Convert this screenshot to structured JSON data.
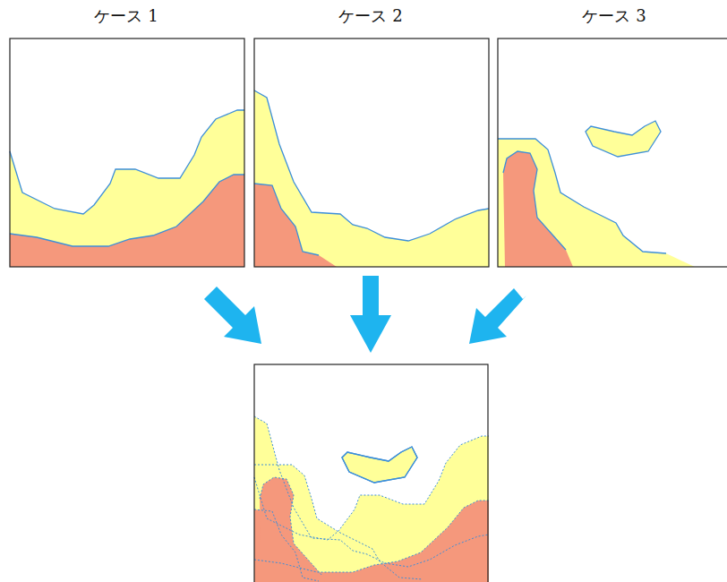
{
  "diagram": {
    "nodes": [
      {
        "text": [
          "ケース 1"
        ]
      },
      {
        "text": [
          "ケース 2"
        ]
      },
      {
        "text": [
          "ケース 3"
        ]
      }
    ]
  }
}
